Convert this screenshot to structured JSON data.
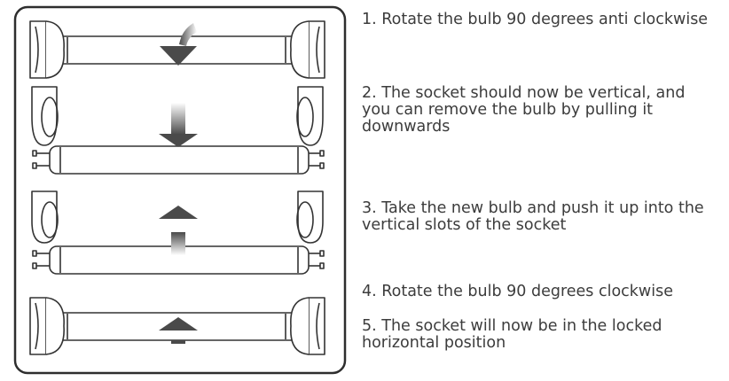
{
  "instructions": {
    "steps": [
      {
        "text": "1.  Rotate the bulb 90 degrees anti clockwise"
      },
      {
        "text": "2. The socket should now be vertical, and\n    you can remove the bulb by pulling it\n    downwards"
      },
      {
        "text": "3. Take the new bulb and push it up into the\n    vertical slots of the socket"
      },
      {
        "text": "4. Rotate the bulb 90 degrees clockwise"
      },
      {
        "text": "5. The socket will now be in the locked\n    horizontal position"
      }
    ]
  }
}
